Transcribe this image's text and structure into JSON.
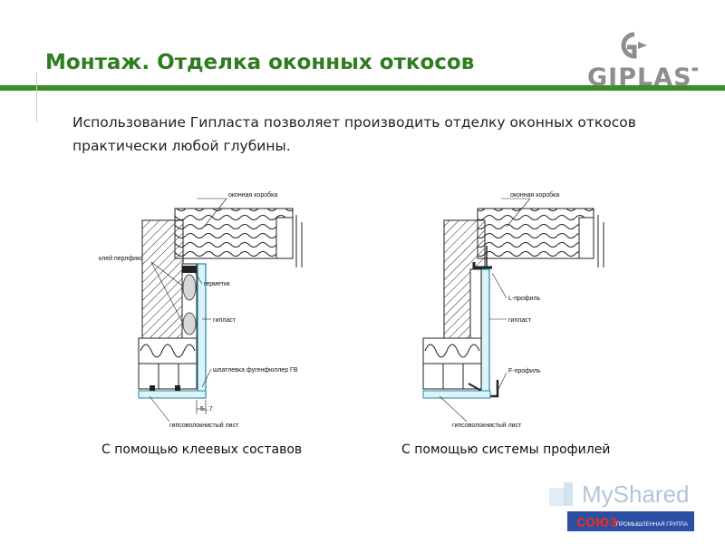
{
  "slide": {
    "title": "Монтаж. Отделка оконных откосов",
    "intro": "Использование Гипласта позволяет производить отделку оконных откосов практически любой глубины.",
    "brand_logo": "GIPLAST",
    "accent_color": "#3c8f24"
  },
  "left_diagram": {
    "caption": "С помощью клеевых составов",
    "labels": {
      "frame": "оконная коробка",
      "glue": "клей перлфикс",
      "sealant": "герметик",
      "giplast": "гипласт",
      "putty": "шпатлевка фугенфюллер ГВ",
      "dimension": "5...7",
      "gypsum": "гипсоволокнистый лист"
    }
  },
  "right_diagram": {
    "caption": "С помощью системы профилей",
    "labels": {
      "frame": "оконная коробка",
      "l_profile": "L-профиль",
      "giplast": "гипласт",
      "f_profile": "F-профиль",
      "gypsum": "гипсоволокнистый лист"
    }
  },
  "watermark": {
    "site": "MyShared",
    "company": "союз",
    "company_sub": "ПРОМЫШЛЕННАЯ ГРУППА"
  }
}
